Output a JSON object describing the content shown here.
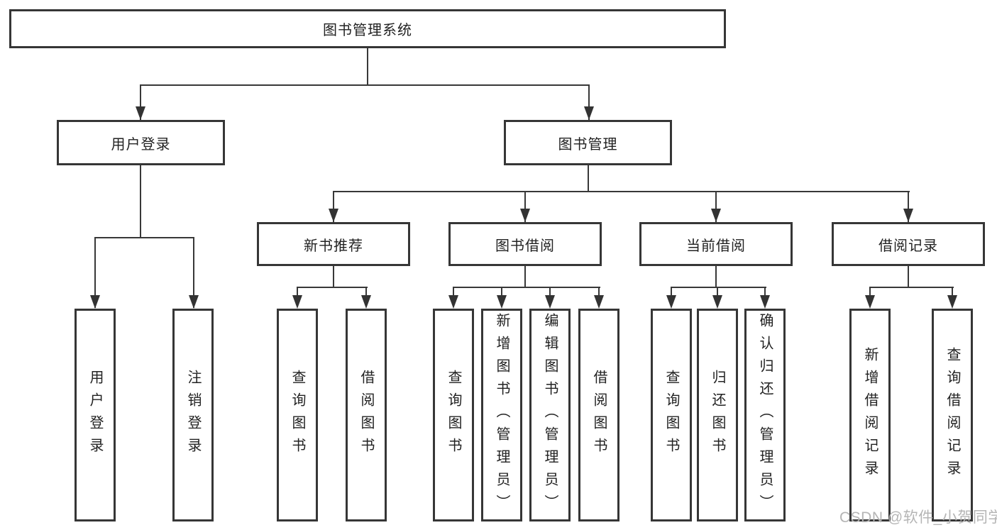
{
  "diagram": {
    "root": "图书管理系统",
    "children": [
      {
        "label": "用户登录",
        "children": [
          {
            "label": "用户登录"
          },
          {
            "label": "注销登录"
          }
        ]
      },
      {
        "label": "图书管理",
        "children": [
          {
            "label": "新书推荐",
            "children": [
              {
                "label": "查询图书"
              },
              {
                "label": "借阅图书"
              }
            ]
          },
          {
            "label": "图书借阅",
            "children": [
              {
                "label": "查询图书"
              },
              {
                "label": "新增图书（管理员）"
              },
              {
                "label": "编辑图书（管理员）"
              },
              {
                "label": "借阅图书"
              }
            ]
          },
          {
            "label": "当前借阅",
            "children": [
              {
                "label": "查询图书"
              },
              {
                "label": "归还图书"
              },
              {
                "label": "确认归还（管理员）"
              }
            ]
          },
          {
            "label": "借阅记录",
            "children": [
              {
                "label": "新增借阅记录"
              },
              {
                "label": "查询借阅记录"
              }
            ]
          }
        ]
      }
    ]
  },
  "watermark": "CSDN @软件_小贺同学",
  "colors": {
    "line": "#383838",
    "box_border": "#363636",
    "text": "#222222",
    "watermark": "#b5b5b5",
    "background": "#ffffff"
  }
}
